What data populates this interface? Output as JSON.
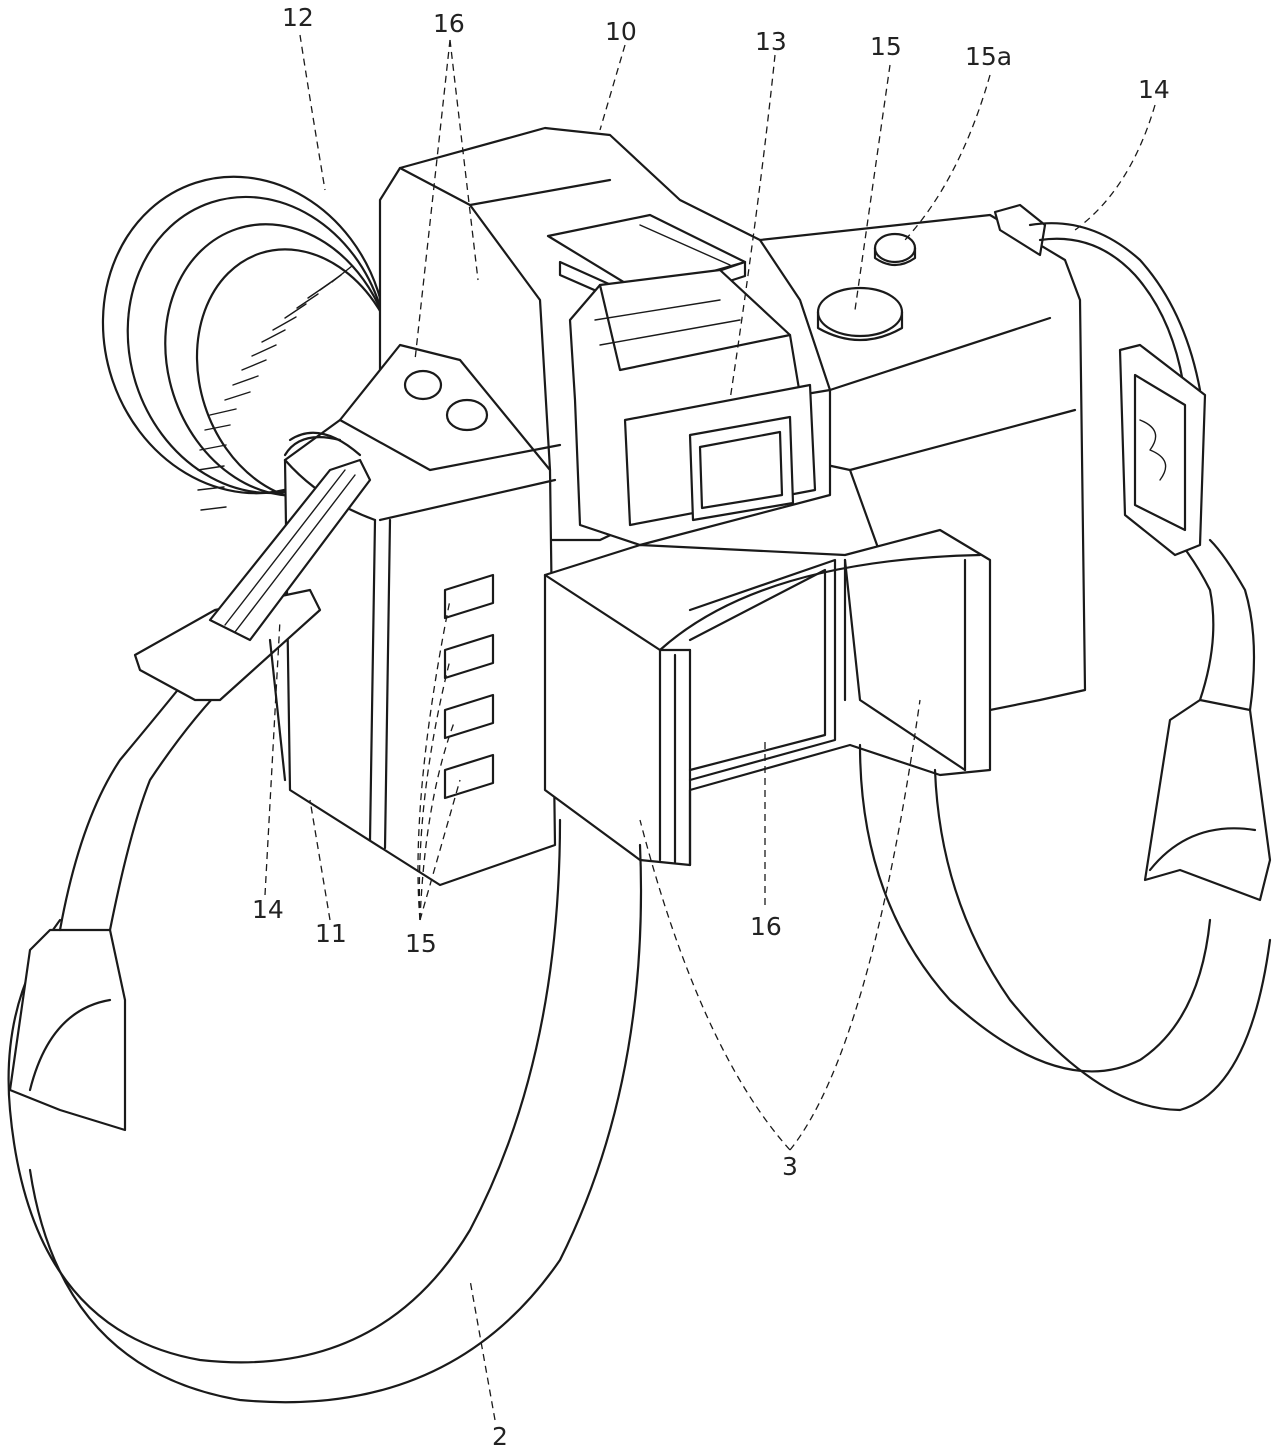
{
  "figure": {
    "labels": {
      "camera_body": "10",
      "grip_body": "11",
      "lens": "12",
      "viewfinder": "13",
      "strap_lug_right": "14",
      "strap_lug_left": "14",
      "top_buttons": "15",
      "shutter_button": "15a",
      "side_buttons": "15",
      "side_top_buttons": "16",
      "screen": "16",
      "strap": "2",
      "guide_members": "3"
    }
  }
}
